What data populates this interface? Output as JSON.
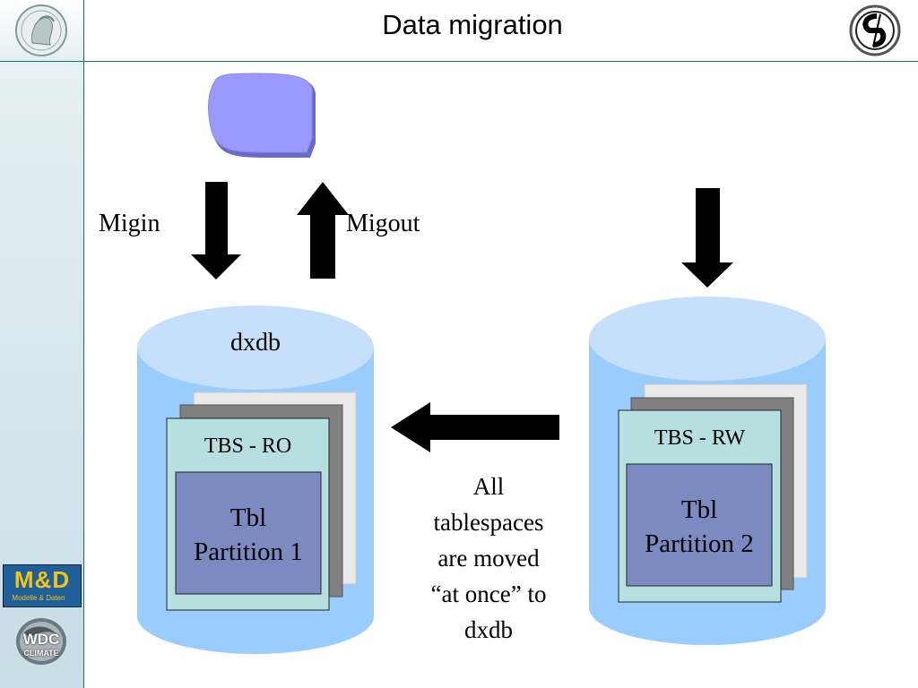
{
  "header": {
    "title": "Data migration",
    "left_logo_icon": "minerva-logo-icon",
    "right_logo_icon": "institute-logo-icon"
  },
  "sidebar": {
    "logos": [
      {
        "icon": "md-logo-icon",
        "text_main": "M&D",
        "text_sub": "Modelle & Daten"
      },
      {
        "icon": "wdc-climate-logo-icon",
        "text_main": "WDC",
        "text_sub": "CLIMATE"
      }
    ]
  },
  "diagram": {
    "arrows": {
      "migin": "Migin",
      "migout": "Migout"
    },
    "left_db": {
      "label": "dxdb",
      "tbs": "TBS - RO",
      "tbl_line1": "Tbl",
      "tbl_line2": "Partition 1"
    },
    "right_db": {
      "tbs": "TBS - RW",
      "tbl_line1": "Tbl",
      "tbl_line2": "Partition 2"
    },
    "note": [
      "All",
      "tablespaces",
      "are moved",
      "“at once” to",
      "dxdb"
    ]
  },
  "colors": {
    "cylinder_body": "#99ccff",
    "cylinder_top": "#c6e0fb",
    "tape": "#9999ff",
    "sheet_back": "#eaeaea",
    "sheet_mid": "#808080",
    "sheet_front": "#b6e0e0",
    "tbl_box": "#7b8ac0",
    "accent_line": "#1a6e6a"
  }
}
